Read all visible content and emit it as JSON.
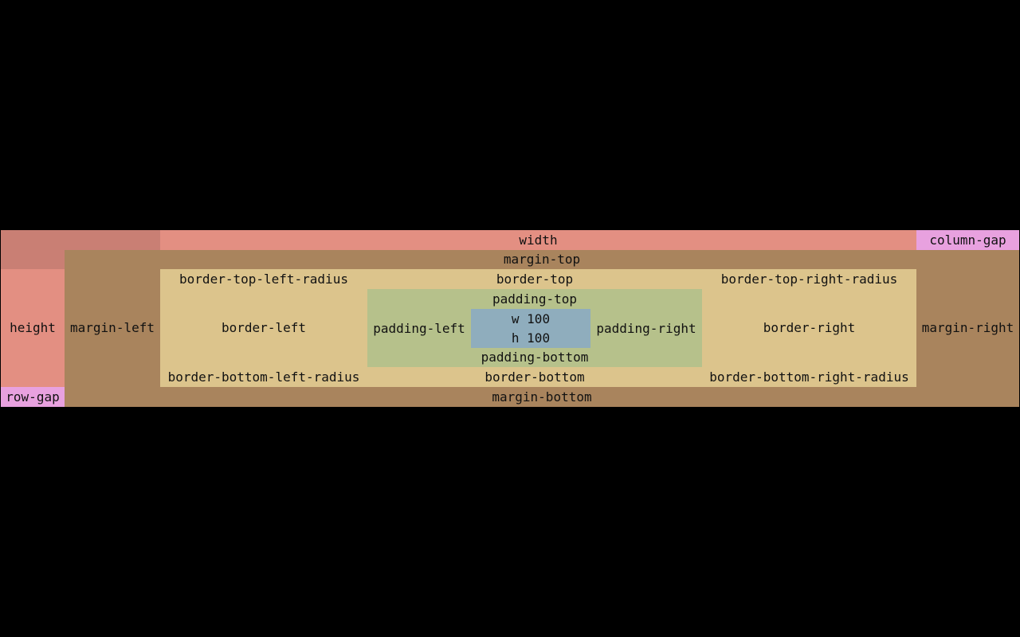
{
  "colors": {
    "background": "#000000",
    "corner": "#c97f74",
    "size": "#e38f82",
    "gap": "#e8a1df",
    "margin": "#a9845d",
    "border": "#dcc48c",
    "padding": "#b6c18b",
    "content": "#8fadbd"
  },
  "labels": {
    "width": "width",
    "height": "height",
    "column_gap": "column-gap",
    "row_gap": "row-gap",
    "margin_top": "margin-top",
    "margin_left": "margin-left",
    "margin_right": "margin-right",
    "margin_bottom": "margin-bottom",
    "border_top_left_radius": "border-top-left-radius",
    "border_top": "border-top",
    "border_top_right_radius": "border-top-right-radius",
    "border_left": "border-left",
    "border_right": "border-right",
    "border_bottom_left_radius": "border-bottom-left-radius",
    "border_bottom": "border-bottom",
    "border_bottom_right_radius": "border-bottom-right-radius",
    "padding_top": "padding-top",
    "padding_left": "padding-left",
    "padding_right": "padding-right",
    "padding_bottom": "padding-bottom"
  },
  "content": {
    "width_value": "w 100",
    "height_value": "h 100"
  }
}
